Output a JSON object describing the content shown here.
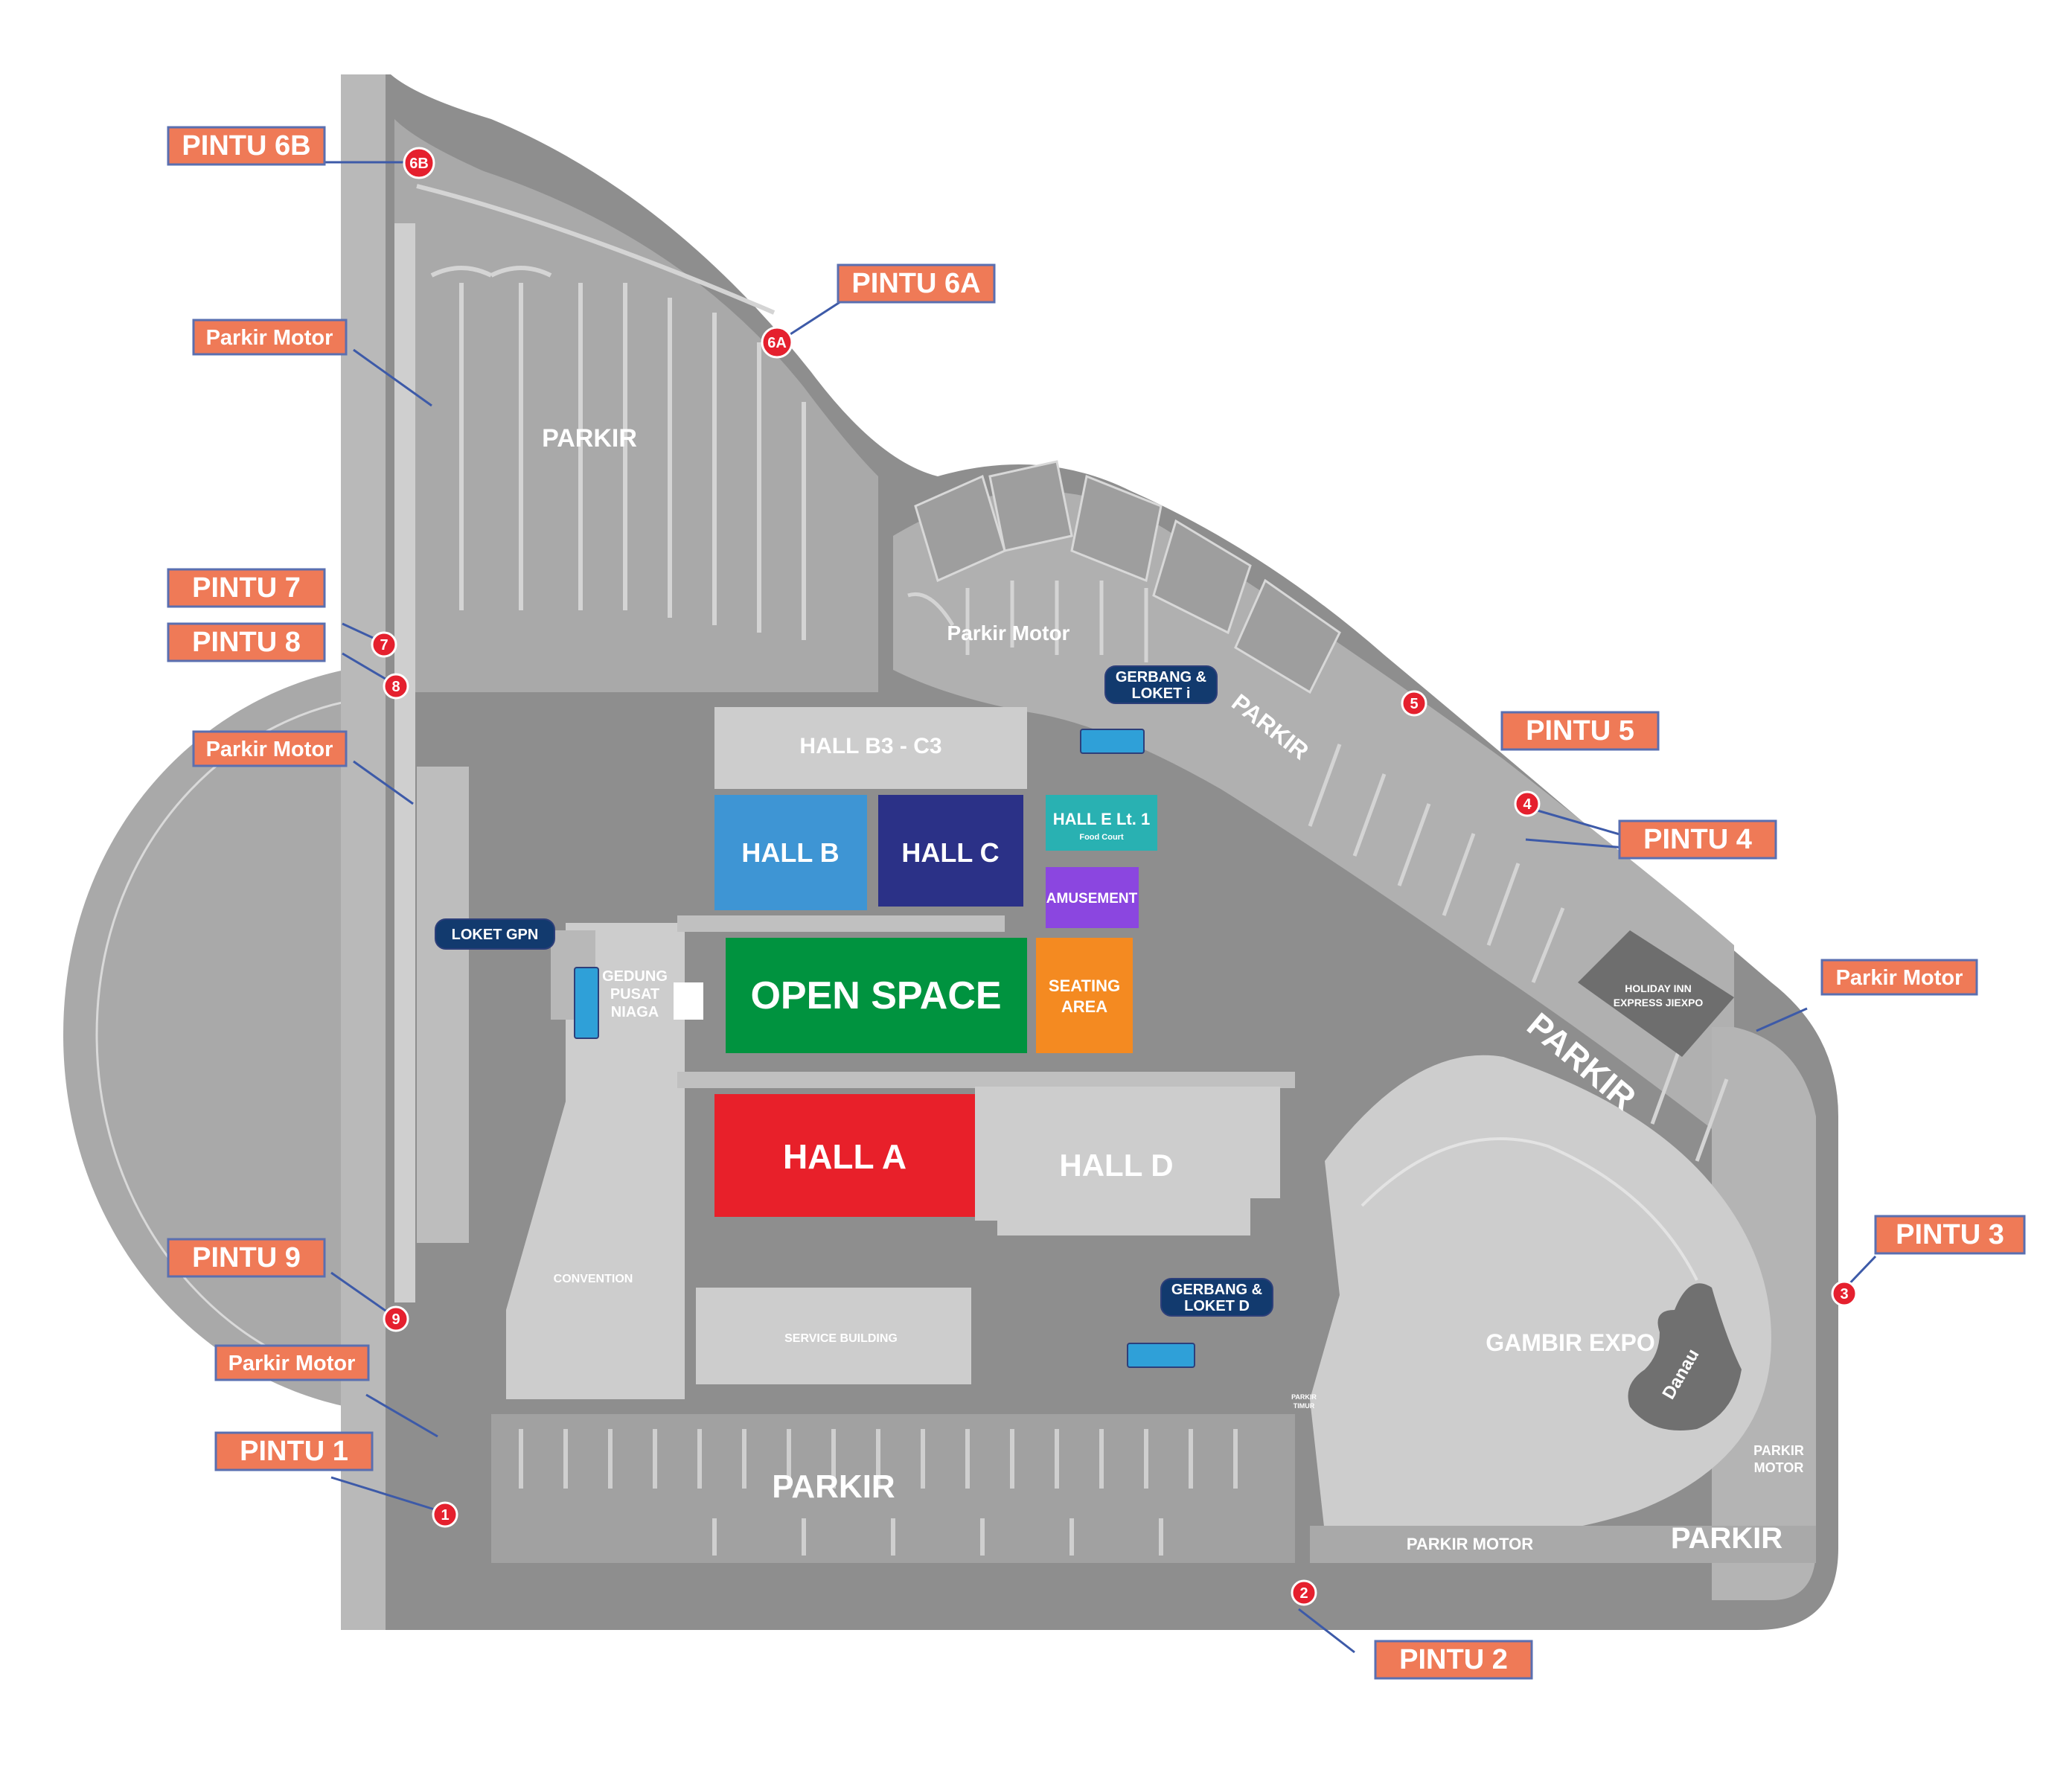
{
  "map": {
    "colors": {
      "hall_a": "#e8202a",
      "hall_b": "#3e95d4",
      "hall_c": "#2b3187",
      "hall_e": "#29b1b2",
      "amusement": "#8b46e0",
      "open_space": "#00933f",
      "seating": "#f48a21",
      "grey_dark": "#8e8e8e",
      "grey_mid": "#a9a9a9",
      "grey_light": "#cbcbcb",
      "label_bg": "#ef7a57",
      "marker": "#e5202e"
    },
    "gates": [
      {
        "id": "pintu-6b",
        "label": "PINTU 6B",
        "marker": "6B"
      },
      {
        "id": "pintu-6a",
        "label": "PINTU 6A",
        "marker": "6A"
      },
      {
        "id": "pintu-7",
        "label": "PINTU 7",
        "marker": "7"
      },
      {
        "id": "pintu-8",
        "label": "PINTU 8",
        "marker": "8"
      },
      {
        "id": "pintu-9",
        "label": "PINTU 9",
        "marker": "9"
      },
      {
        "id": "pintu-1",
        "label": "PINTU 1",
        "marker": "1"
      },
      {
        "id": "pintu-2",
        "label": "PINTU 2",
        "marker": "2"
      },
      {
        "id": "pintu-3",
        "label": "PINTU 3",
        "marker": "3"
      },
      {
        "id": "pintu-4",
        "label": "PINTU 4",
        "marker": "4"
      },
      {
        "id": "pintu-5",
        "label": "PINTU 5",
        "marker": "5"
      }
    ],
    "parkir_motor_callouts": [
      {
        "id": "pm-north",
        "label": "Parkir Motor"
      },
      {
        "id": "pm-west",
        "label": "Parkir Motor"
      },
      {
        "id": "pm-southwest",
        "label": "Parkir Motor"
      },
      {
        "id": "pm-east",
        "label": "Parkir Motor"
      }
    ],
    "tickets": [
      {
        "id": "loket-i",
        "line1": "GERBANG &",
        "line2": "LOKET i"
      },
      {
        "id": "loket-gpn",
        "line1": "LOKET GPN"
      },
      {
        "id": "loket-d",
        "line1": "GERBANG &",
        "line2": "LOKET D"
      }
    ],
    "halls": {
      "hall_b3_c3": "HALL B3 - C3",
      "hall_b": "HALL B",
      "hall_c": "HALL C",
      "hall_e": "HALL E Lt. 1",
      "hall_e_sub": "Food Court",
      "amusement": "AMUSEMENT",
      "open_space": "OPEN SPACE",
      "seating_1": "SEATING",
      "seating_2": "AREA",
      "hall_a": "HALL A",
      "hall_d": "HALL D",
      "gedung_1": "GEDUNG",
      "gedung_2": "PUSAT",
      "gedung_3": "NIAGA",
      "convention": "CONVENTION",
      "service_building": "SERVICE BUILDING",
      "holiday_1": "HOLIDAY INN",
      "holiday_2": "EXPRESS JIEXPO",
      "gambir": "GAMBIR EXPO",
      "danau": "Danau"
    },
    "area_labels": {
      "parkir_north": "PARKIR",
      "parkir_motor_north": "Parkir Motor",
      "parkir_diag_1": "PARKIR",
      "parkir_diag_2": "PARKIR",
      "parkir_south": "PARKIR",
      "parkir_motor_south": "PARKIR MOTOR",
      "parkir_southeast": "PARKIR",
      "parkir_motor_east_1": "PARKIR",
      "parkir_motor_east_2": "MOTOR",
      "parkir_timur_1": "PARKIR",
      "parkir_timur_2": "TIMUR"
    }
  }
}
